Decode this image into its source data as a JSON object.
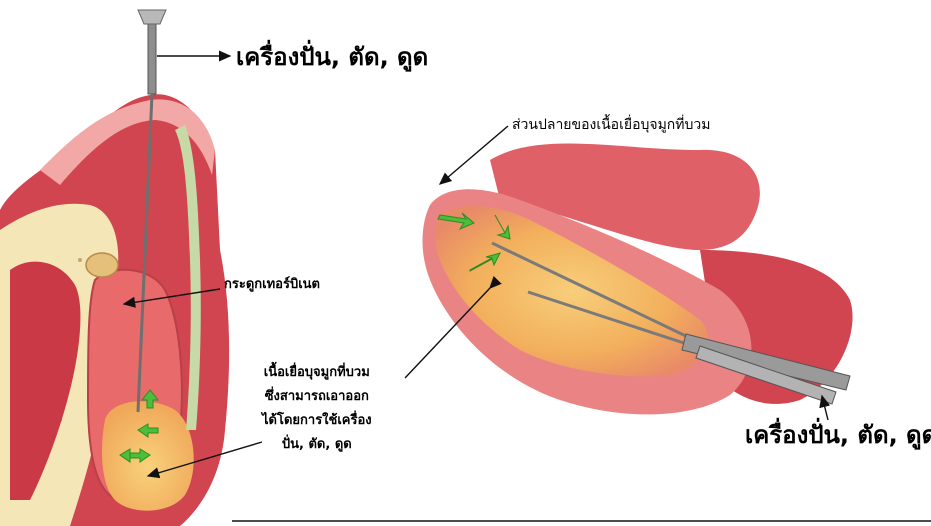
{
  "labels": {
    "tool_top": "เครื่องปั่น, ตัด, ดูด",
    "tool_right": "เครื่องปั่น, ตัด, ดูด",
    "polyp_tip": "ส่วนปลายของเนื้อเยื่อบุจมูกที่บวม",
    "turbinate_bone": "กระดูกเทอร์บิเนต",
    "swollen_tissue_lines": [
      "เนื้อเยื่อบุจมูกที่บวม",
      "ซึ่งสามารถเอาออก",
      "ได้โดยการใช้เครื่อง",
      "ปั่น, ตัด, ดูด"
    ]
  },
  "colors": {
    "tissue_red": "#d0454f",
    "tissue_pink": "#f2a8a6",
    "bone_cream": "#f4e6b6",
    "polyp_orange": "#f3b25a",
    "arrow_green": "#4bbf3b",
    "instrument_gray": "#8d8d8d"
  }
}
